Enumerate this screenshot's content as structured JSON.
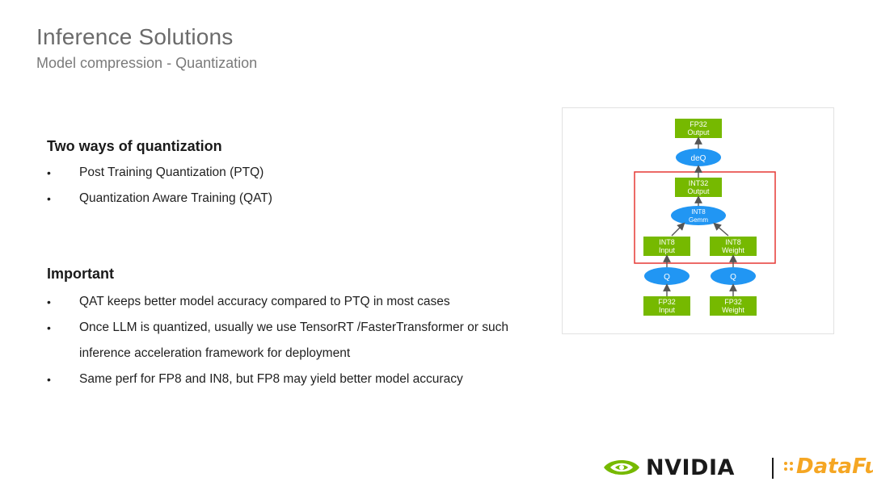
{
  "header": {
    "title": "Inference Solutions",
    "subtitle": "Model compression - Quantization"
  },
  "section1": {
    "heading": "Two ways of quantization",
    "items": [
      "Post Training Quantization (PTQ)",
      "Quantization Aware Training (QAT)"
    ]
  },
  "section2": {
    "heading": "Important",
    "items": [
      "QAT keeps better model accuracy compared to PTQ in most cases",
      "Once LLM is quantized, usually we use TensorRT /FasterTransformer or such inference acceleration framework for deployment",
      "Same perf for FP8 and IN8, but FP8 may yield better model accuracy"
    ]
  },
  "bullet_glyph": "•",
  "diagram": {
    "colors": {
      "green": "#76b900",
      "blue": "#2196f3",
      "highlight": "#e53935",
      "arrow": "#555555"
    },
    "nodes": {
      "fp32_output": [
        "FP32",
        "Output"
      ],
      "deq": "deQ",
      "int32_output": [
        "INT32",
        "Output"
      ],
      "int8_gemm": [
        "INT8",
        "Gemm"
      ],
      "int8_input": [
        "INT8",
        "Input"
      ],
      "int8_weight": [
        "INT8",
        "Weight"
      ],
      "q_left": "Q",
      "q_right": "Q",
      "fp32_input": [
        "FP32",
        "Input"
      ],
      "fp32_weight": [
        "FP32",
        "Weight"
      ]
    }
  },
  "footer": {
    "nvidia": "NVIDIA",
    "registered": ".",
    "datafun": "DataFun."
  }
}
